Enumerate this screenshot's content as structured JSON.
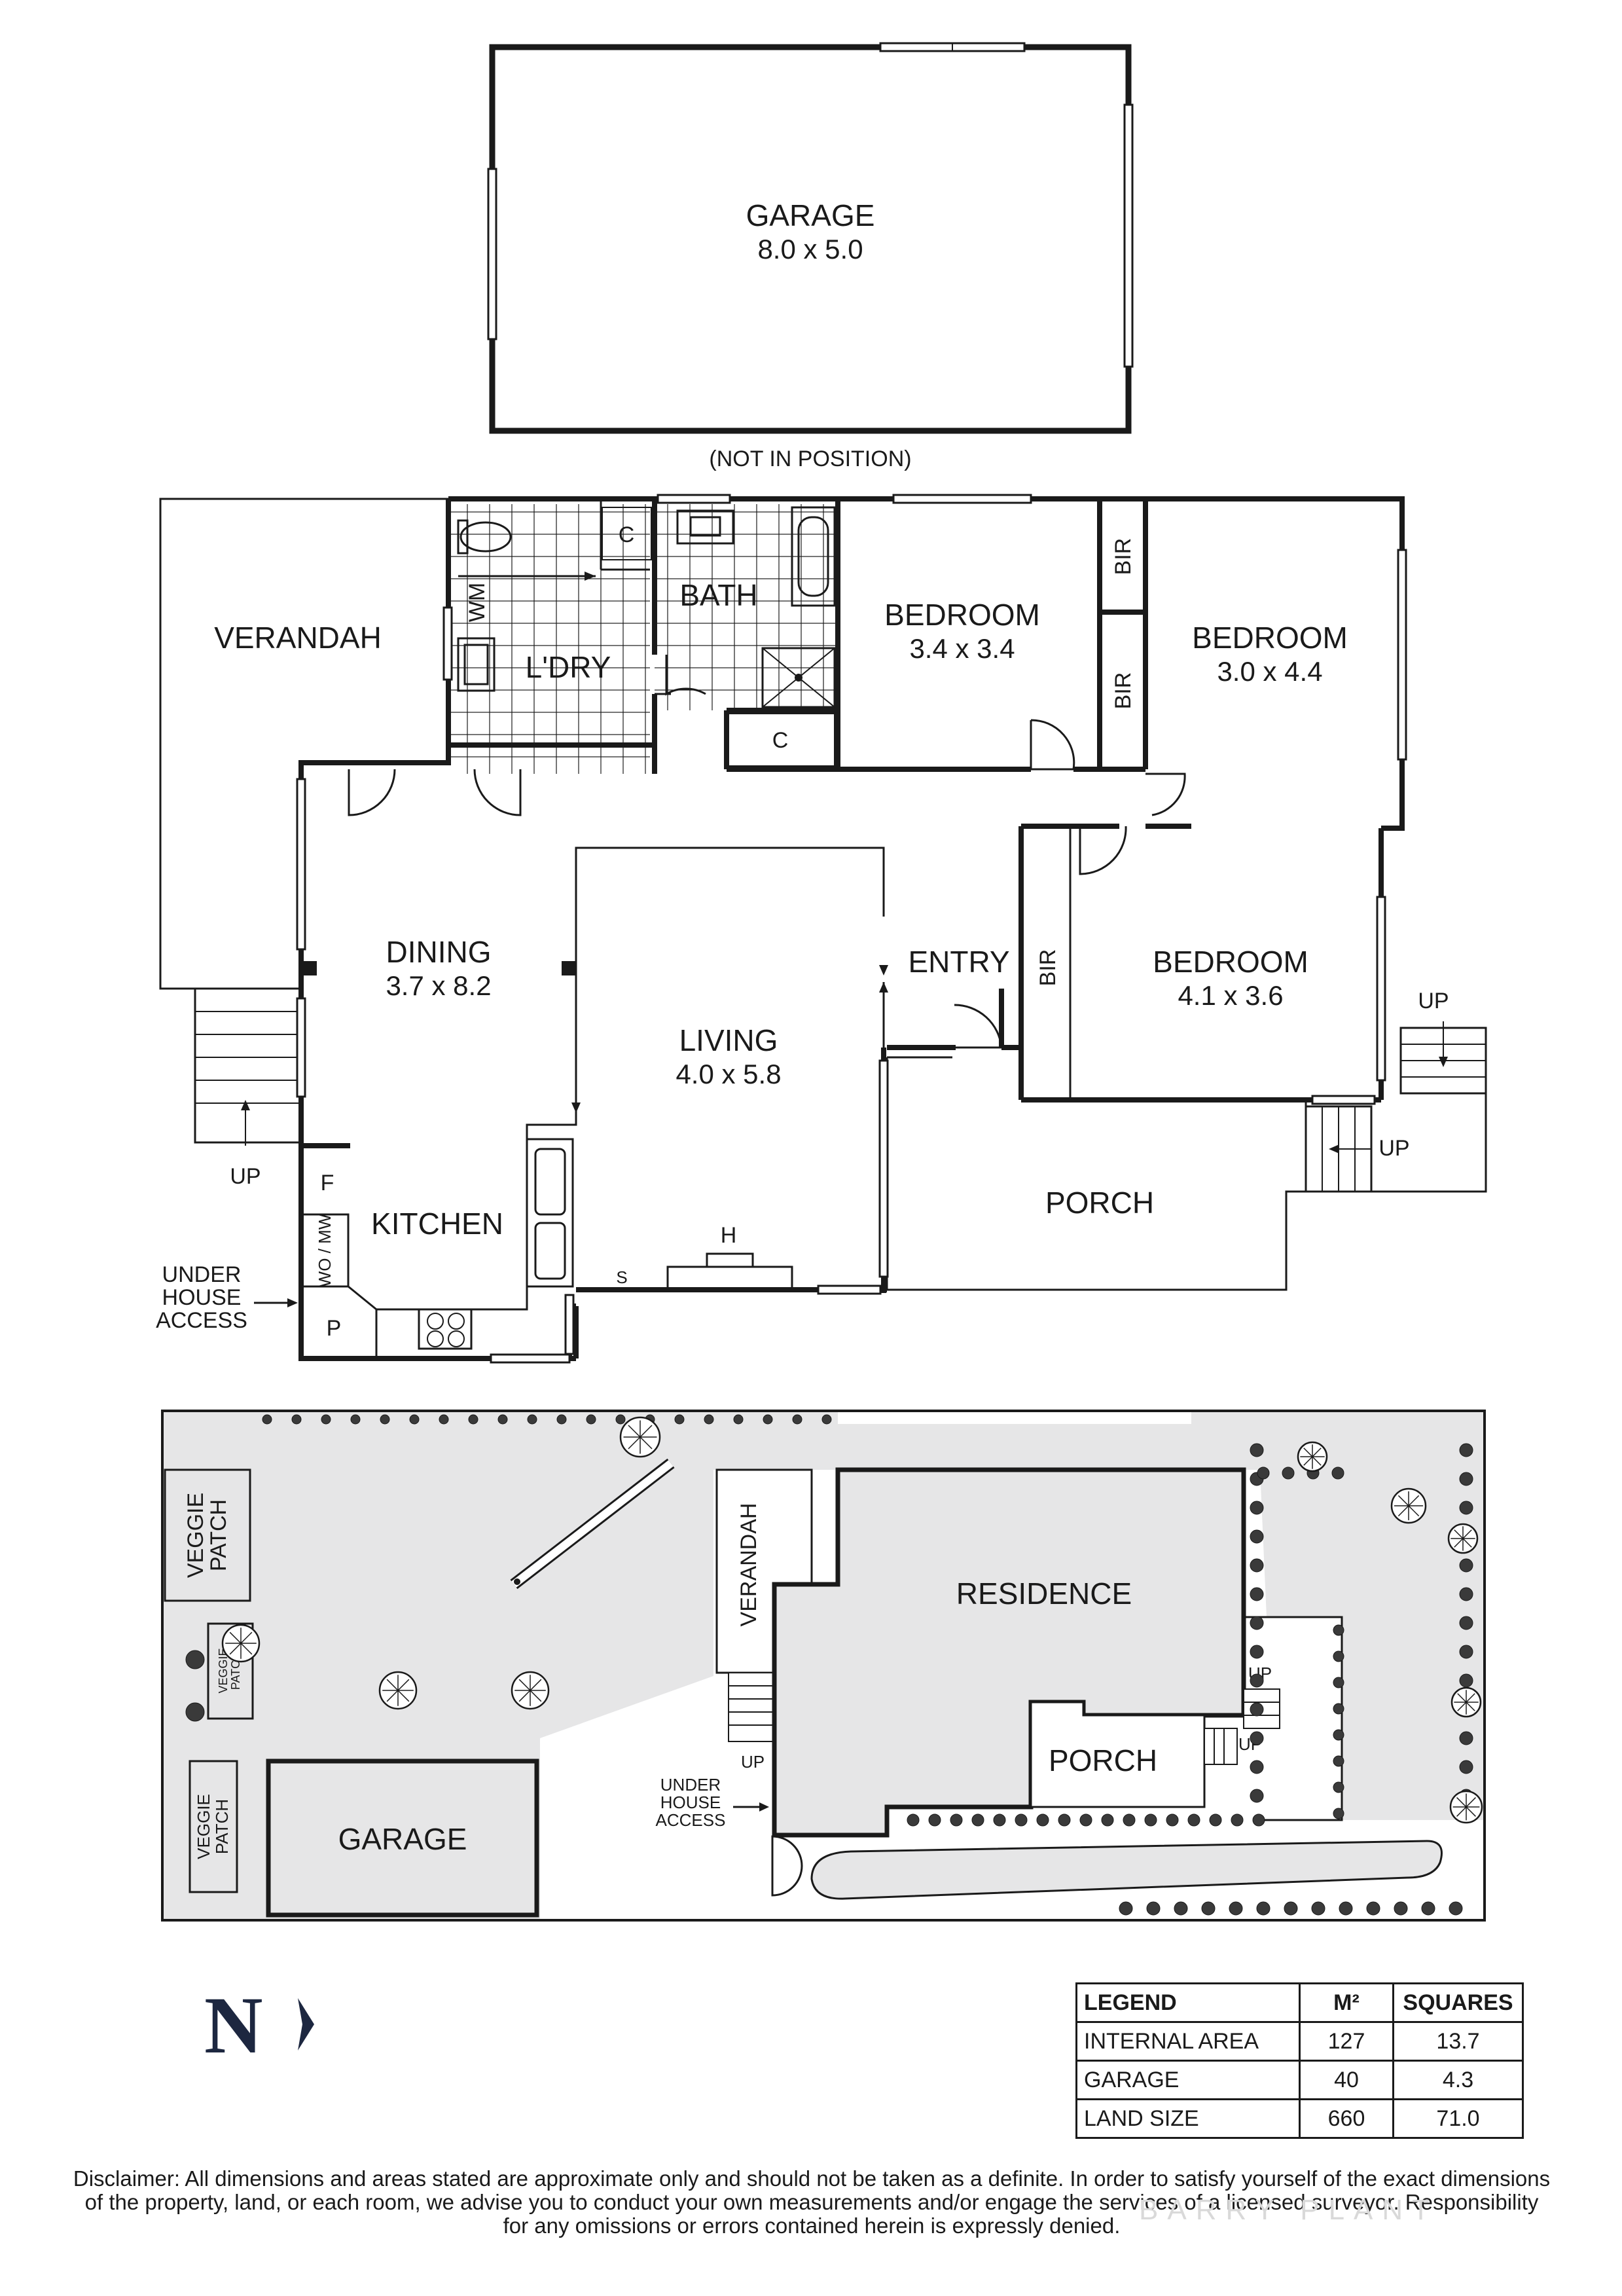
{
  "garage_plan": {
    "name": "GARAGE",
    "size": "8.0 x 5.0",
    "note": "(NOT IN POSITION)"
  },
  "rooms": {
    "verandah": "VERANDAH",
    "laundry": "L'DRY",
    "bath": "BATH",
    "cupboard": "C",
    "wm": "WM",
    "bedroom1": {
      "name": "BEDROOM",
      "size": "3.4 x 3.4"
    },
    "bedroom2": {
      "name": "BEDROOM",
      "size": "3.0 x 4.4"
    },
    "bedroom3": {
      "name": "BEDROOM",
      "size": "4.1 x 3.6"
    },
    "bir": "BIR",
    "dining": {
      "name": "DINING",
      "size": "3.7 x 8.2"
    },
    "living": {
      "name": "LIVING",
      "size": "4.0 x 5.8"
    },
    "entry": "ENTRY",
    "porch": "PORCH",
    "kitchen": "KITCHEN",
    "fridge": "F",
    "wo_mw": "WO / MW",
    "pantry": "P",
    "heater": "H",
    "s": "S"
  },
  "annotations": {
    "up": "UP",
    "under_house_access": [
      "UNDER",
      "HOUSE",
      "ACCESS"
    ]
  },
  "site_plan": {
    "residence": "RESIDENCE",
    "verandah": "VERANDAH",
    "porch": "PORCH",
    "garage": "GARAGE",
    "veggie_patch": [
      "VEGGIE",
      "PATCH"
    ],
    "up": "UP",
    "under_house_access": [
      "UNDER",
      "HOUSE",
      "ACCESS"
    ]
  },
  "compass": {
    "letter": "N",
    "icon": "north-arrow-icon"
  },
  "legend": {
    "headers": [
      "LEGEND",
      "M²",
      "SQUARES"
    ],
    "rows": [
      {
        "label": "INTERNAL AREA",
        "m2": "127",
        "squares": "13.7"
      },
      {
        "label": "GARAGE",
        "m2": "40",
        "squares": "4.3"
      },
      {
        "label": "LAND SIZE",
        "m2": "660",
        "squares": "71.0"
      }
    ]
  },
  "disclaimer": "Disclaimer: All dimensions and areas stated are approximate only and should not be taken as a definite. In order to satisfy yourself of the exact dimensions of the property, land, or each room, we advise you to conduct your own measurements and/or engage the services of a licensed surveyor. Responsibility for any omissions or errors contained herein is expressly denied.",
  "watermark": "BARRY PLANT",
  "colors": {
    "ink": "#1a1a1a",
    "site_fill": "#e6e6e7",
    "north": "#1d2740"
  }
}
